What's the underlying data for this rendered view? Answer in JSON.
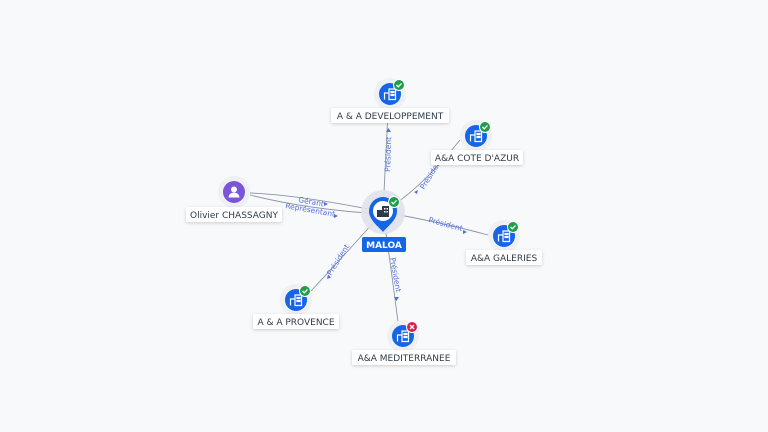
{
  "center": {
    "label": "MALOA",
    "status": "active",
    "icon": "building-icon"
  },
  "nodes": [
    {
      "id": "dev",
      "label": "A & A DEVELOPPEMENT",
      "type": "company",
      "status": "active",
      "icon": "building-icon"
    },
    {
      "id": "cote",
      "label": "A&A COTE D'AZUR",
      "type": "company",
      "status": "active",
      "icon": "building-icon"
    },
    {
      "id": "gal",
      "label": "A&A GALERIES",
      "type": "company",
      "status": "active",
      "icon": "building-icon"
    },
    {
      "id": "med",
      "label": "A&A MEDITERRANEE",
      "type": "company",
      "status": "closed",
      "icon": "building-icon"
    },
    {
      "id": "prov",
      "label": "A & A PROVENCE",
      "type": "company",
      "status": "active",
      "icon": "building-icon"
    },
    {
      "id": "oliv",
      "label": "Olivier CHASSAGNY",
      "type": "person",
      "status": "none",
      "icon": "person-icon"
    }
  ],
  "edges": [
    {
      "to": "dev",
      "label": "Président"
    },
    {
      "to": "cote",
      "label": "Président"
    },
    {
      "to": "gal",
      "label": "Président"
    },
    {
      "to": "med",
      "label": "Président"
    },
    {
      "to": "prov",
      "label": "Président"
    },
    {
      "to": "oliv",
      "label": "Gérant"
    },
    {
      "to": "oliv",
      "label": "Représentant"
    }
  ],
  "colors": {
    "accent": "#1565e6",
    "active": "#1e9e4a",
    "closed": "#d8204a",
    "person": "#7b54d8",
    "edge": "#8a94a6",
    "edge_label": "#5470d6"
  }
}
